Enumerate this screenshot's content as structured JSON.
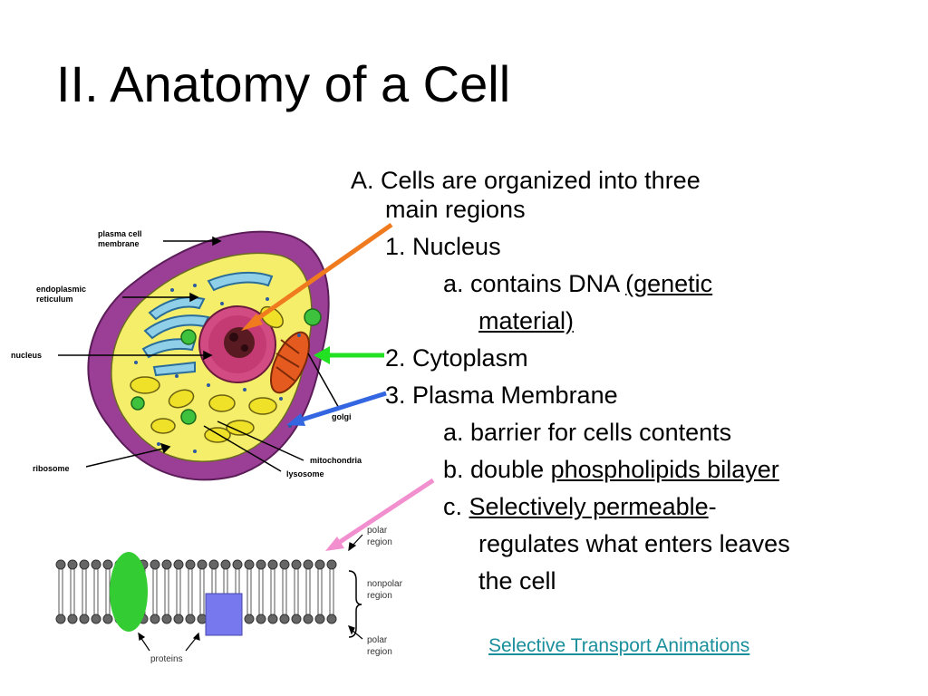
{
  "slide": {
    "title": "II. Anatomy of a Cell"
  },
  "outline": {
    "a_prefix": "A.  Cells are organized into three",
    "a_cont": "main regions",
    "item1": "1. Nucleus",
    "item1a_text": "a. contains DNA ",
    "item1a_underlined": "(genetic",
    "item1a_cont_underlined": "material)",
    "item2": "2. Cytoplasm",
    "item3": "3.  Plasma Membrane",
    "item3a": "a. barrier for cells contents",
    "item3b_text": "b. double ",
    "item3b_underlined": "phospholipids bilayer",
    "item3c_text": "c. ",
    "item3c_underlined": "Selectively permeable",
    "item3c_dash": "-",
    "item3c_cont1": "regulates what enters leaves",
    "item3c_cont2": "the cell"
  },
  "link": {
    "label": "Selective Transport Animations"
  },
  "cell_diagram": {
    "labels": {
      "plasma_membrane_line1": "plasma cell",
      "plasma_membrane_line2": "membrane",
      "er_line1": "endoplasmic",
      "er_line2": "reticulum",
      "nucleus": "nucleus",
      "golgi": "golgi",
      "ribosome": "ribosome",
      "mitochondria": "mitochondria",
      "lysosome": "lysosome"
    }
  },
  "membrane_diagram": {
    "labels": {
      "polar_top_line1": "polar",
      "polar_top_line2": "region",
      "nonpolar_line1": "nonpolar",
      "nonpolar_line2": "region",
      "polar_bottom_line1": "polar",
      "polar_bottom_line2": "region",
      "proteins": "proteins"
    }
  },
  "colors": {
    "nucleus_arrow": "#f07a1e",
    "cytoplasm_arrow": "#22e022",
    "membrane_arrow": "#3366e0",
    "bilayer_arrow": "#f28fcf",
    "link": "#1a8f9c",
    "green_protein": "#33cc33",
    "blue_protein": "#7777ee"
  }
}
